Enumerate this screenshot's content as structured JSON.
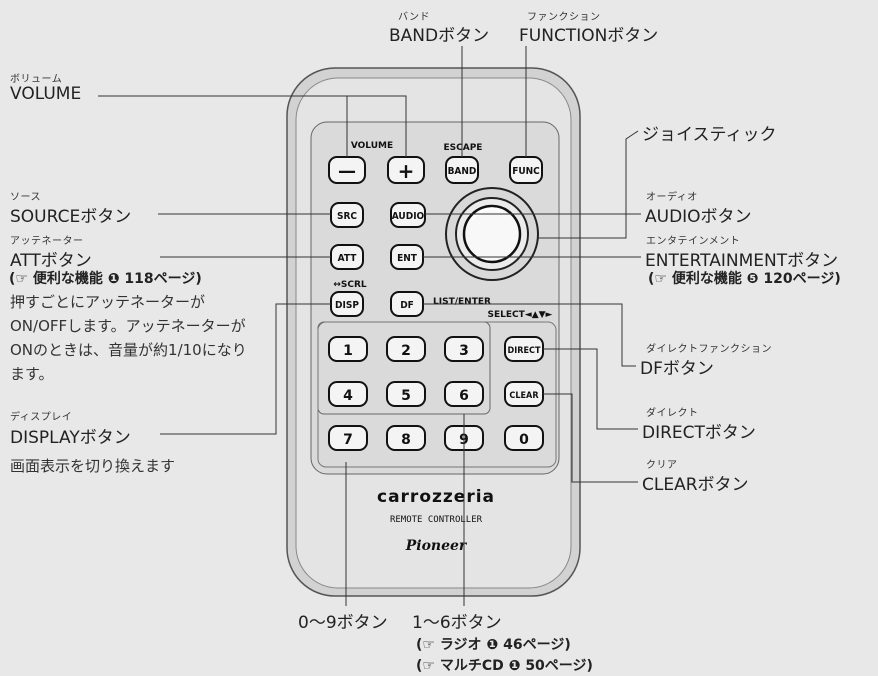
{
  "top_labels": {
    "band": {
      "ruby": "バンド",
      "label": "BANDボタン"
    },
    "function": {
      "ruby": "ファンクション",
      "label": "FUNCTIONボタン"
    }
  },
  "left_labels": {
    "volume": {
      "ruby": "ボリューム",
      "label": "VOLUME"
    },
    "source": {
      "ruby": "ソース",
      "label": "SOURCEボタン"
    },
    "att": {
      "ruby": "アッテネーター",
      "label": "ATTボタン",
      "ref": "(☞ 便利な機能 ❶ 118ページ)",
      "desc": "押すごとにアッテネーターがON/OFFします。アッテネーターがONのときは、音量が約1/10になります。"
    },
    "display": {
      "ruby": "ディスプレイ",
      "label": "DISPLAYボタン",
      "desc": "画面表示を切り換えます"
    }
  },
  "right_labels": {
    "joystick": {
      "label": "ジョイスティック"
    },
    "audio": {
      "ruby": "オーディオ",
      "label": "AUDIOボタン"
    },
    "entertainment": {
      "ruby": "エンタテインメント",
      "label": "ENTERTAINMENTボタン",
      "ref": "(☞ 便利な機能 ❺ 120ページ)"
    },
    "df": {
      "ruby": "ダイレクトファンクション",
      "label": "DFボタン"
    },
    "direct": {
      "ruby": "ダイレクト",
      "label": "DIRECTボタン"
    },
    "clear": {
      "ruby": "クリア",
      "label": "CLEARボタン"
    }
  },
  "bottom_labels": {
    "zero_nine": {
      "label": "0〜9ボタン"
    },
    "one_six": {
      "label": "1〜6ボタン"
    },
    "ref_radio": "(☞ ラジオ ❶ 46ページ)",
    "ref_multicd": "(☞ マルチCD ❶ 50ページ)"
  },
  "remote": {
    "volume_title": "VOLUME",
    "escape_title": "ESCAPE",
    "list_enter": "LIST/ENTER",
    "select": "SELECT◄▲▼►",
    "scrl": "↔SCRL",
    "buttons": {
      "vol_minus": "—",
      "vol_plus": "+",
      "band": "BAND",
      "func": "FUNC",
      "src": "SRC",
      "audio": "AUDIO",
      "att": "ATT",
      "ent": "ENT",
      "disp": "DISP",
      "df": "DF",
      "direct": "DIRECT",
      "clear": "CLEAR",
      "n1": "1",
      "n2": "2",
      "n3": "3",
      "n4": "4",
      "n5": "5",
      "n6": "6",
      "n7": "7",
      "n8": "8",
      "n9": "9",
      "n0": "0"
    },
    "brand": "carrozzeria",
    "model": "REMOTE CONTROLLER",
    "maker": "Pioneer"
  }
}
